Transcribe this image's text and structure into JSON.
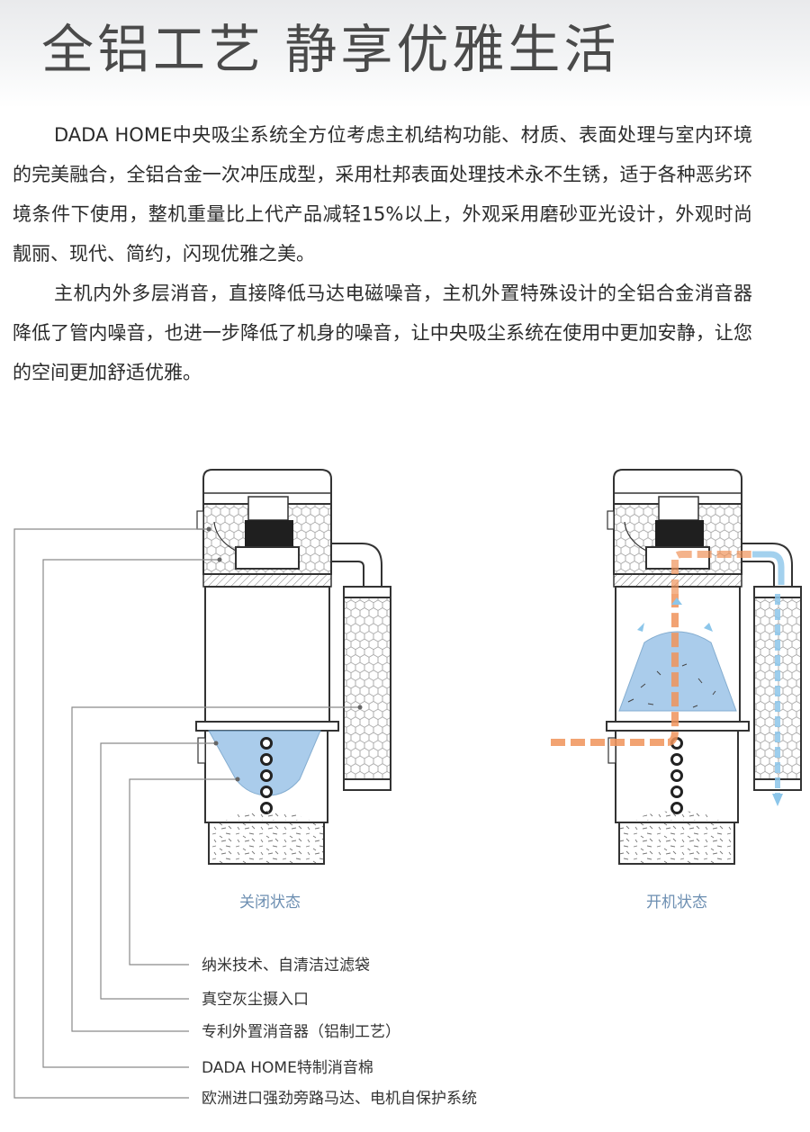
{
  "header": {
    "title": "全铝工艺  静享优雅生活"
  },
  "intro": {
    "paragraphs": [
      "DADA HOME中央吸尘系统全方位考虑主机结构功能、材质、表面处理与室内环境的完美融合，全铝合金一次冲压成型，采用杜邦表面处理技术永不生锈，适于各种恶劣环境条件下使用，整机重量比上代产品减轻15%以上，外观采用磨砂亚光设计，外观时尚靓丽、现代、简约，闪现优雅之美。",
      "主机内外多层消音，直接降低马达电磁噪音，主机外置特殊设计的全铝合金消音器降低了管内噪音，也进一步降低了机身的噪音，让中央吸尘系统在使用中更加安静，让您的空间更加舒适优雅。"
    ]
  },
  "diagram": {
    "left_state_label": "关闭状态",
    "right_state_label": "开机状态",
    "callouts": [
      "纳米技术、自清洁过滤袋",
      "真空灰尘摄入口",
      "专利外置消音器（铝制工艺）",
      "DADA HOME特制消音棉",
      "欧洲进口强劲旁路马达、电机自保护系统"
    ]
  },
  "colors": {
    "title": "#4a4a4a",
    "state_label": "#6d8fb2",
    "filter_blue": "#9cc4e8",
    "airflow_orange": "#f0935a",
    "airflow_blue": "#8cc6ea",
    "outline": "#333333"
  }
}
